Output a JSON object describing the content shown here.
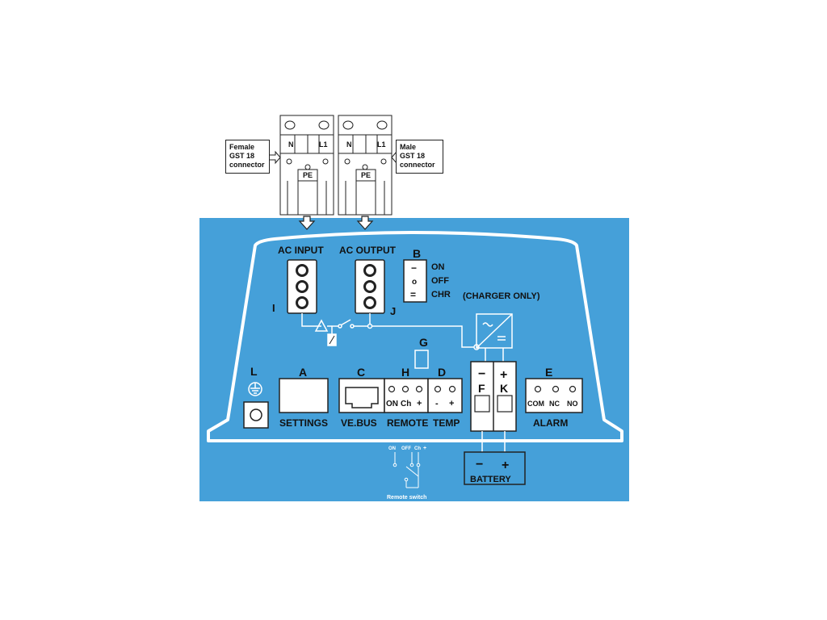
{
  "connectors": {
    "female": {
      "line1": "Female",
      "line2": "GST 18",
      "line3": "connector"
    },
    "male": {
      "line1": "Male",
      "line2": "GST 18",
      "line3": "connector"
    },
    "pin_n": "N",
    "pin_l1": "L1",
    "pin_pe": "PE"
  },
  "panel": {
    "ac_input": "AC INPUT",
    "ac_output": "AC OUTPUT",
    "label_i": "I",
    "label_j": "J",
    "switch_b": {
      "letter": "B",
      "on": "ON",
      "off": "OFF",
      "chr": "CHR",
      "minus": "−",
      "circle": "o",
      "equals": "="
    },
    "charger_only": "(CHARGER ONLY)",
    "label_g": "G",
    "label_l": "L",
    "label_a": "A",
    "label_c": "C",
    "label_h": "H",
    "label_d": "D",
    "label_e": "E",
    "label_f": "F",
    "label_k": "K",
    "settings": "SETTINGS",
    "vebus": "VE.BUS",
    "remote": "REMOTE",
    "temp": "TEMP",
    "alarm": "ALARM",
    "remote_terms": {
      "on": "ON",
      "ch": "Ch",
      "plus": "+"
    },
    "temp_terms": {
      "minus": "-",
      "plus": "+"
    },
    "alarm_terms": {
      "com": "COM",
      "nc": "NC",
      "no": "NO"
    },
    "batt_terms": {
      "minus": "−",
      "plus": "+"
    },
    "battery": "BATTERY",
    "battery_minus": "−",
    "battery_plus": "+"
  },
  "remote_switch": {
    "on": "ON",
    "off": "OFF",
    "ch": "Ch",
    "plus": "+",
    "caption": "Remote switch"
  },
  "colors": {
    "panel_blue": "#45a0d9",
    "outline_white": "#ffffff",
    "line_dark": "#222222"
  }
}
